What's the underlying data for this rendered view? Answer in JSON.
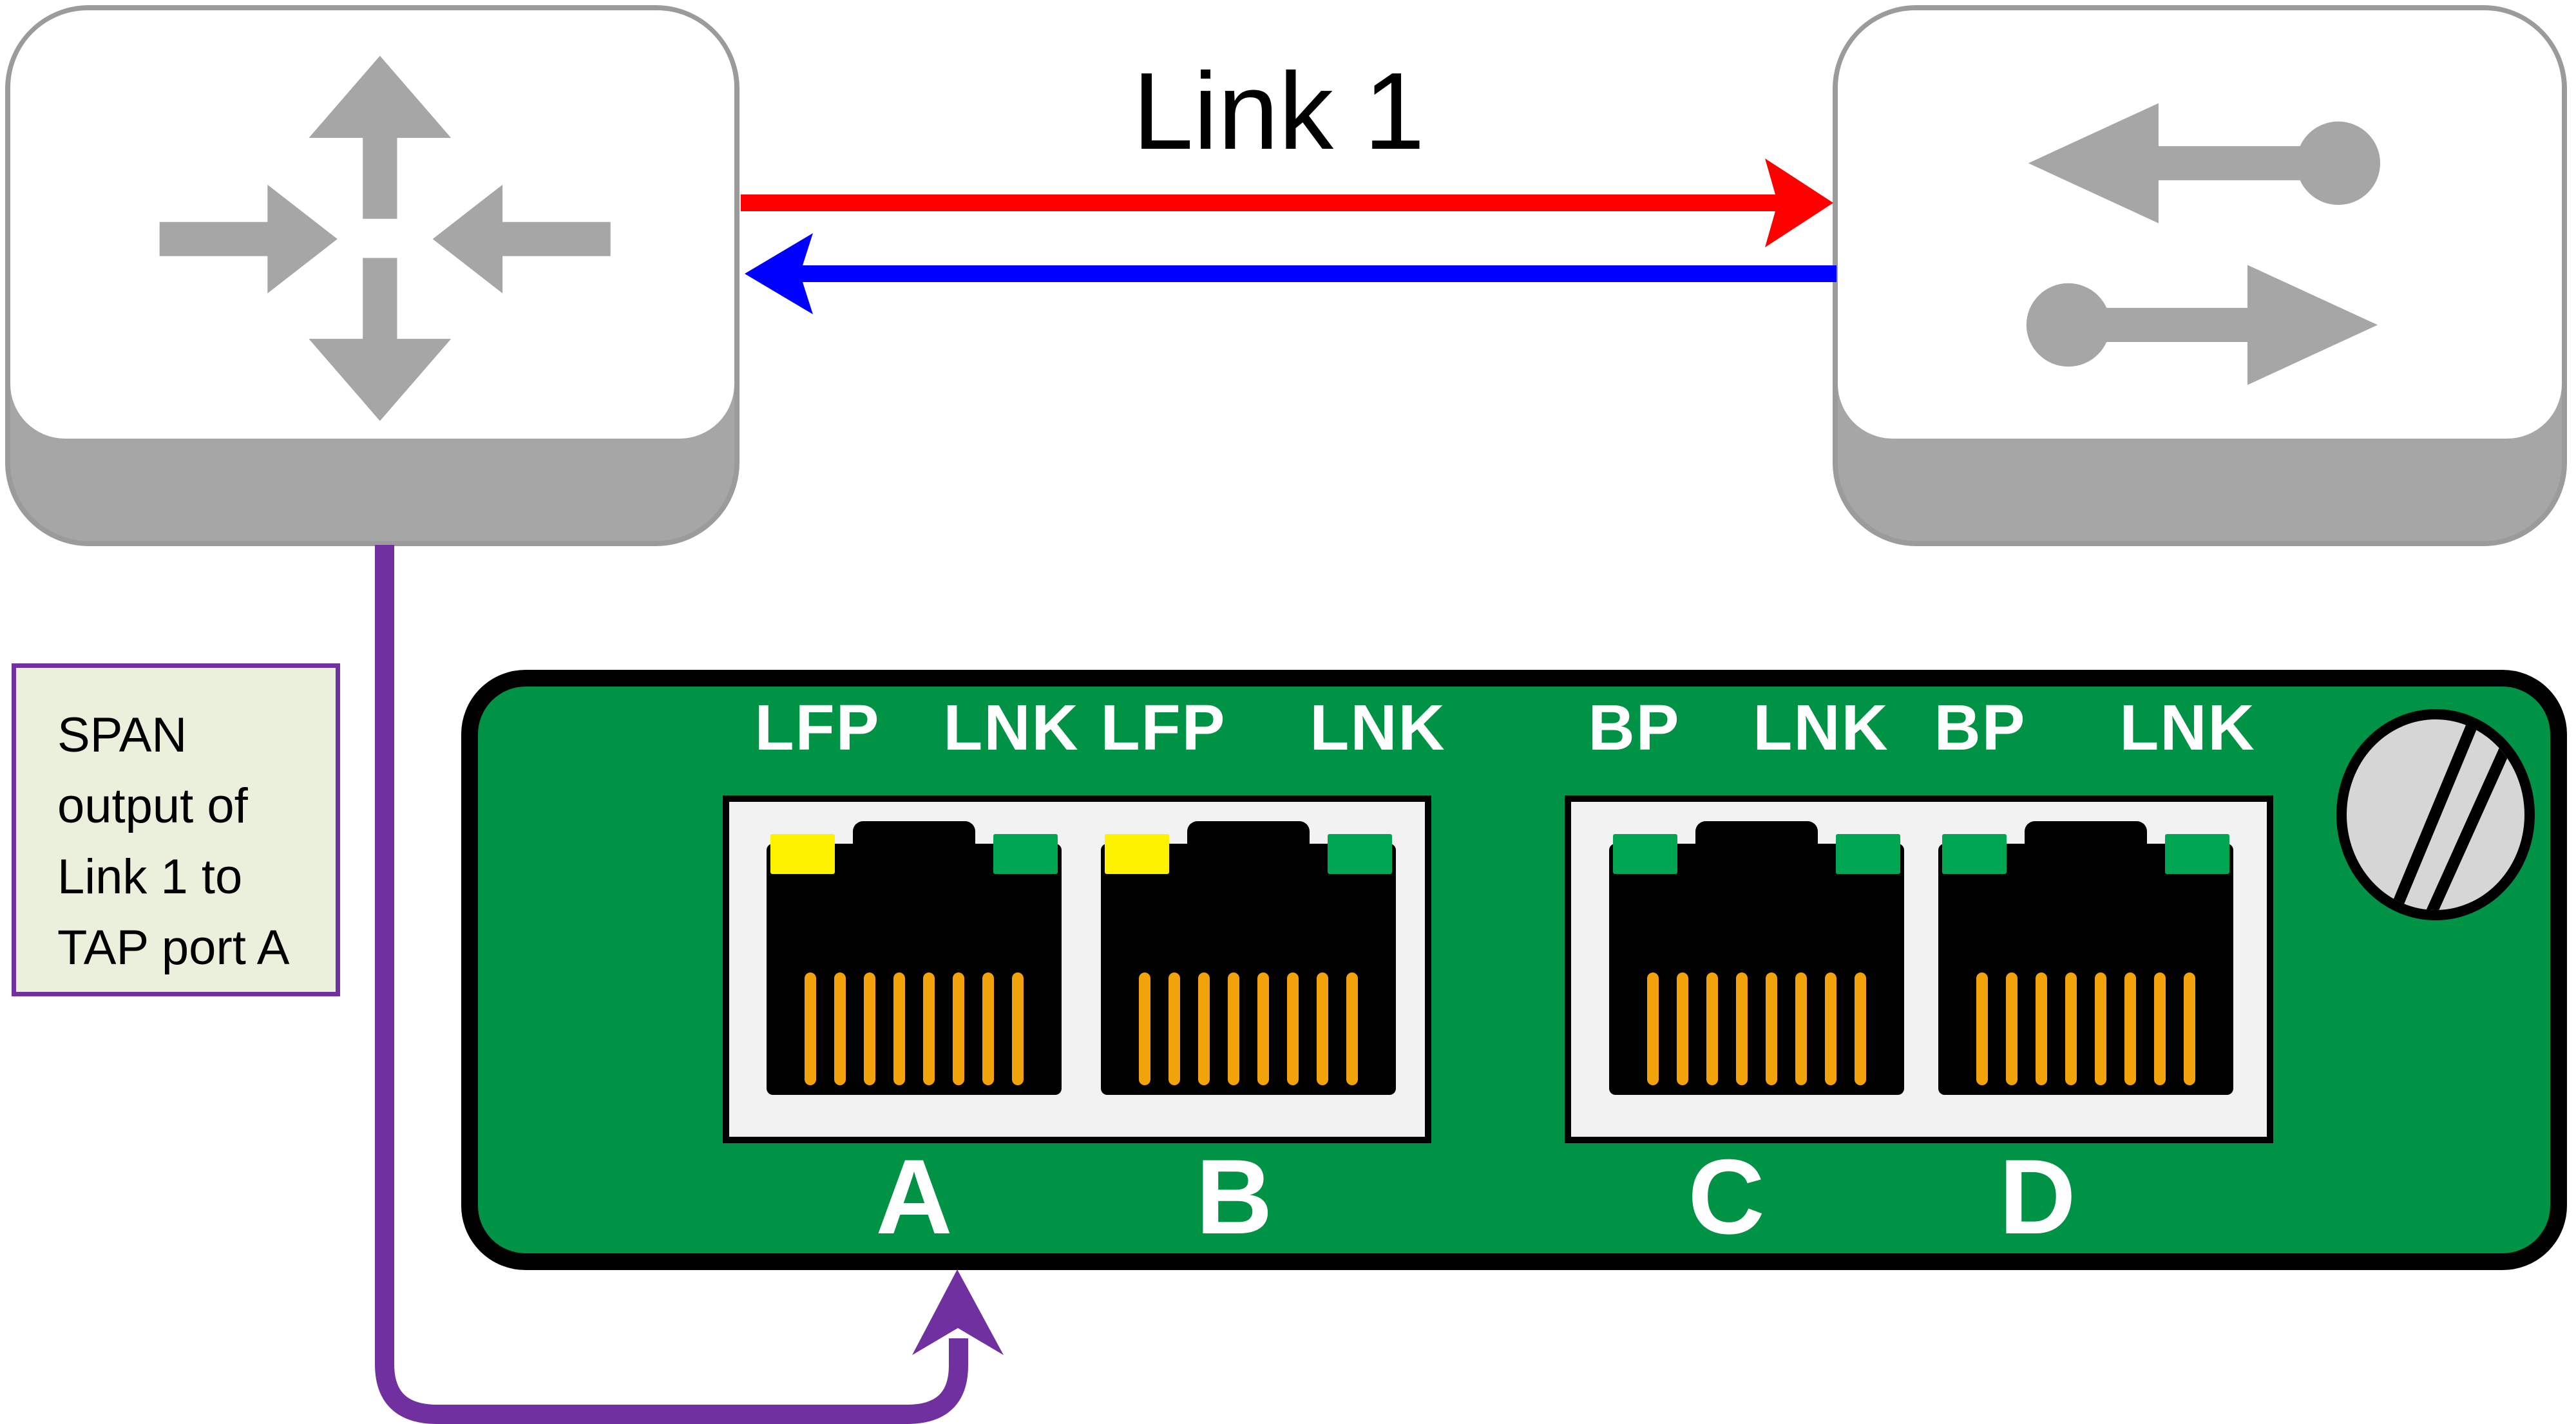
{
  "diagram": {
    "link": {
      "label": "Link 1"
    },
    "note": {
      "text": "SPAN output of Link 1 to TAP port A",
      "lines": [
        "SPAN",
        "output of",
        "Link 1 to",
        "TAP port A"
      ]
    },
    "tap": {
      "led_labels": [
        "LFP",
        "LNK",
        "LFP",
        "LNK",
        "BP",
        "LNK",
        "BP",
        "LNK"
      ],
      "ports": [
        {
          "letter": "A",
          "left_led": "#FFF200",
          "right_led": "#00A651"
        },
        {
          "letter": "B",
          "left_led": "#FFF200",
          "right_led": "#00A651"
        },
        {
          "letter": "C",
          "left_led": "#00A651",
          "right_led": "#00A651"
        },
        {
          "letter": "D",
          "left_led": "#00A651",
          "right_led": "#00A651"
        }
      ]
    },
    "icons": {
      "router_icon": "four-way-arrows-router",
      "switch_icon": "two-way-transfer-arrows",
      "screw_icon": "slotted-screw"
    },
    "colors": {
      "red": "#FF0000",
      "blue": "#0000FF",
      "purple": "#7030A0",
      "board_green": "#009245",
      "led_green": "#00A651",
      "led_yellow": "#FFF200",
      "pin_gold": "#F2A30C",
      "panel": "#F2F2F2",
      "device_gray": "#A6A6A6",
      "screw": "#D6D6D6",
      "note_bg": "#EBF0DC"
    }
  }
}
